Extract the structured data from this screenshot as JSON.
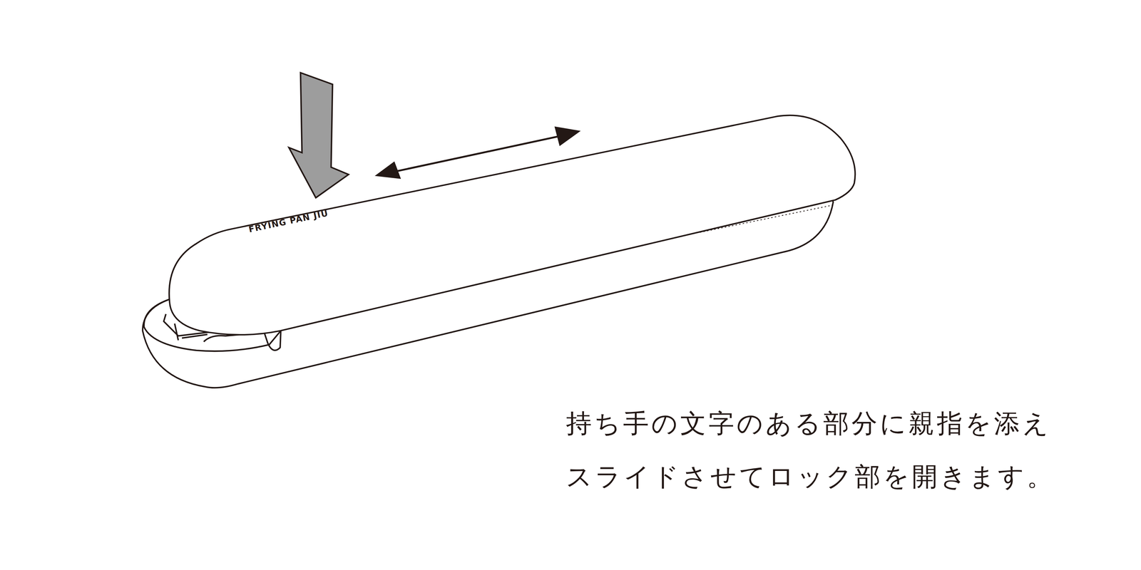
{
  "diagram": {
    "labels": [
      "FRYING PAN JIU",
      "持ち手の文字のある部分に親指を添え",
      "スライドさせてロック部を開きます。"
    ]
  }
}
